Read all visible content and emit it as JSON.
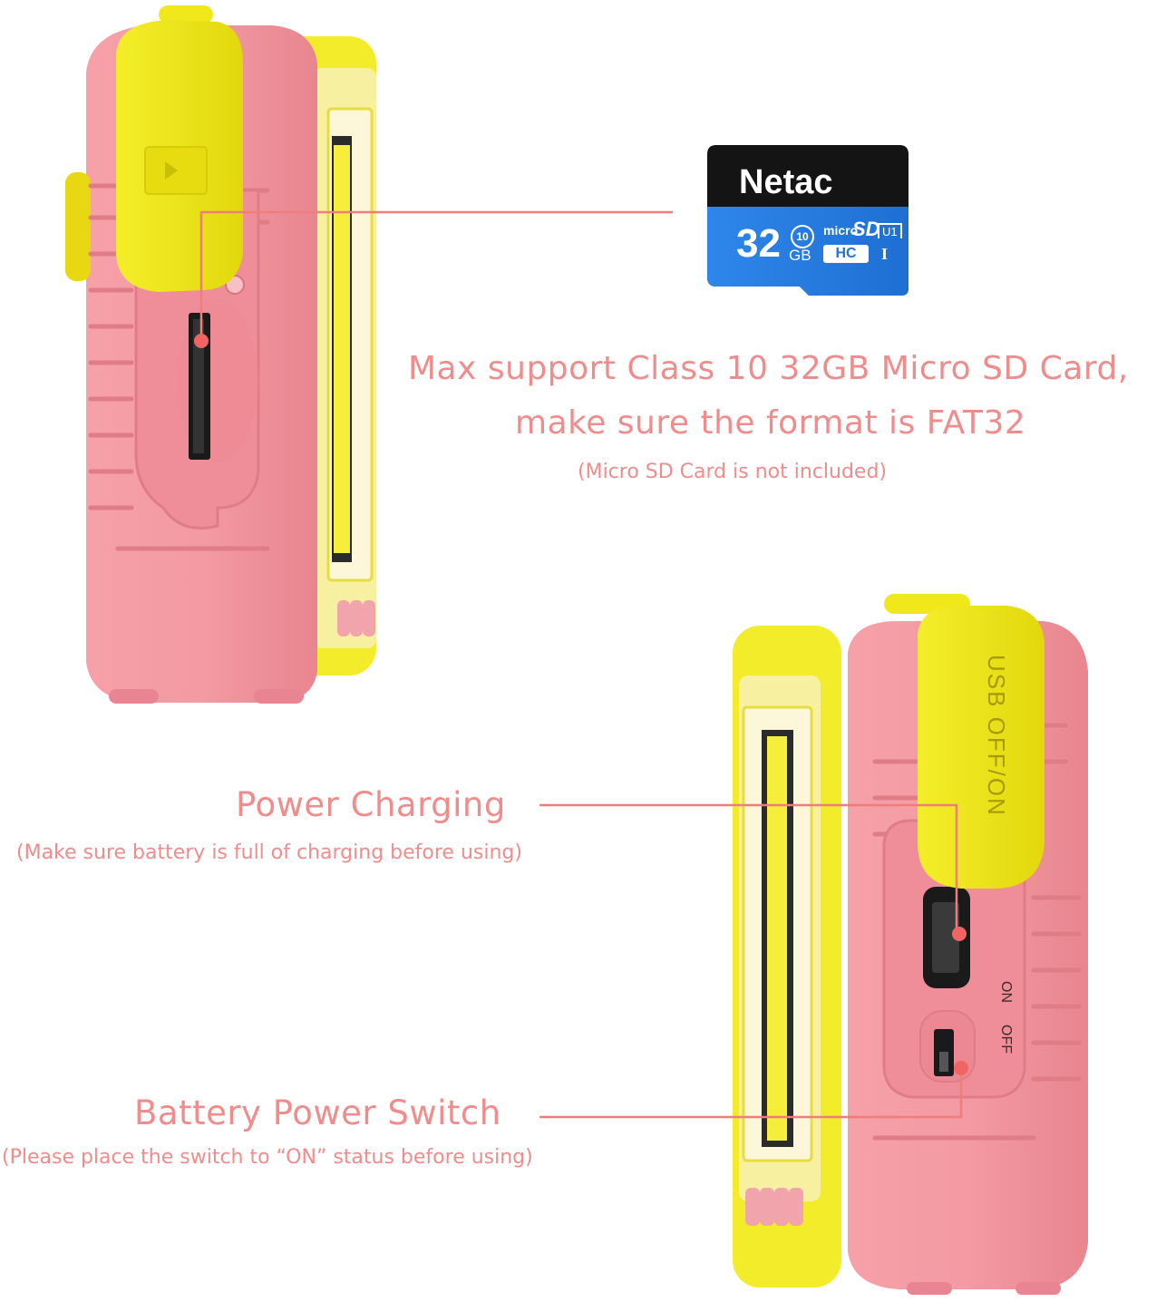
{
  "sd_card": {
    "brand": "Netac",
    "capacity": "32",
    "capacity_unit": "GB",
    "class_badge": "10",
    "micro_label": "micro",
    "sd_label": "SD",
    "hc_label": "HC",
    "uhs_label": "U1",
    "roman_label": "I"
  },
  "callouts": {
    "sd": {
      "line1": "Max support Class 10 32GB Micro SD Card,",
      "line2": "make sure the format is FAT32",
      "note": "(Micro SD Card is not included)"
    },
    "charging": {
      "title": "Power Charging",
      "note": "(Make sure battery is full of charging before using)"
    },
    "switch": {
      "title": "Battery Power Switch",
      "note": "(Please place the switch to “ON” status before using)"
    }
  },
  "device_labels": {
    "cover": "USB OFF/ON",
    "switch_on": "ON",
    "switch_off": "OFF"
  },
  "colors": {
    "body_pink": "#f08c96",
    "cover_yellow": "#f2ea14",
    "callout_text": "#f08c8c",
    "callout_line": "#ee7e7e",
    "sd_black": "#141414",
    "sd_blue": "#2a7fe0"
  }
}
